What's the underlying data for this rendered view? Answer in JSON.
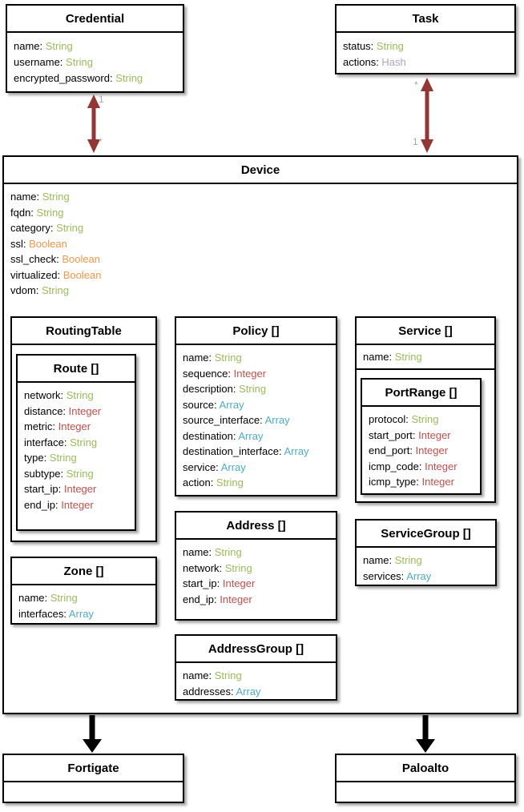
{
  "colors": {
    "type_string": "#9BBB59",
    "type_integer": "#C0504D",
    "type_array": "#4BACC6",
    "type_boolean": "#F79646",
    "type_hash": "#B2A2C7",
    "association_arrow": "#943634",
    "inheritance_arrow": "#000000",
    "multiplicity_label": "#A6A6A6",
    "box_border": "#000000",
    "box_background": "#FFFFFF"
  },
  "classes": {
    "credential": {
      "title": "Credential",
      "attributes": [
        {
          "name": "name",
          "type": "String"
        },
        {
          "name": "username",
          "type": "String"
        },
        {
          "name": "encrypted_password",
          "type": "String"
        }
      ]
    },
    "task": {
      "title": "Task",
      "attributes": [
        {
          "name": "status",
          "type": "String"
        },
        {
          "name": "actions",
          "type": "Hash"
        }
      ]
    },
    "device": {
      "title": "Device",
      "attributes": [
        {
          "name": "name",
          "type": "String"
        },
        {
          "name": "fqdn",
          "type": "String"
        },
        {
          "name": "category",
          "type": "String"
        },
        {
          "name": "ssl",
          "type": "Boolean"
        },
        {
          "name": "ssl_check",
          "type": "Boolean"
        },
        {
          "name": "virtualized",
          "type": "Boolean"
        },
        {
          "name": "vdom",
          "type": "String"
        }
      ]
    },
    "routing_table": {
      "title": "RoutingTable",
      "attributes": []
    },
    "route": {
      "title": "Route []",
      "attributes": [
        {
          "name": "network",
          "type": "String"
        },
        {
          "name": "distance",
          "type": "Integer"
        },
        {
          "name": "metric",
          "type": "Integer"
        },
        {
          "name": "interface",
          "type": "String"
        },
        {
          "name": "type",
          "type": "String"
        },
        {
          "name": "subtype",
          "type": "String"
        },
        {
          "name": "start_ip",
          "type": "Integer"
        },
        {
          "name": "end_ip",
          "type": "Integer"
        }
      ]
    },
    "zone": {
      "title": "Zone []",
      "attributes": [
        {
          "name": "name",
          "type": "String"
        },
        {
          "name": "interfaces",
          "type": "Array"
        }
      ]
    },
    "policy": {
      "title": "Policy []",
      "attributes": [
        {
          "name": "name",
          "type": "String"
        },
        {
          "name": "sequence",
          "type": "Integer"
        },
        {
          "name": "description",
          "type": "String"
        },
        {
          "name": "source",
          "type": "Array"
        },
        {
          "name": "source_interface",
          "type": "Array"
        },
        {
          "name": "destination",
          "type": "Array"
        },
        {
          "name": "destination_interface",
          "type": "Array"
        },
        {
          "name": "service",
          "type": "Array"
        },
        {
          "name": "action",
          "type": "String"
        }
      ]
    },
    "address": {
      "title": "Address []",
      "attributes": [
        {
          "name": "name",
          "type": "String"
        },
        {
          "name": "network",
          "type": "String"
        },
        {
          "name": "start_ip",
          "type": "Integer"
        },
        {
          "name": "end_ip",
          "type": "Integer"
        }
      ]
    },
    "address_group": {
      "title": "AddressGroup []",
      "attributes": [
        {
          "name": "name",
          "type": "String"
        },
        {
          "name": "addresses",
          "type": "Array"
        }
      ]
    },
    "service": {
      "title": "Service []",
      "attributes": [
        {
          "name": "name",
          "type": "String"
        }
      ]
    },
    "port_range": {
      "title": "PortRange []",
      "attributes": [
        {
          "name": "protocol",
          "type": "String"
        },
        {
          "name": "start_port",
          "type": "Integer"
        },
        {
          "name": "end_port",
          "type": "Integer"
        },
        {
          "name": "icmp_code",
          "type": "Integer"
        },
        {
          "name": "icmp_type",
          "type": "Integer"
        }
      ]
    },
    "service_group": {
      "title": "ServiceGroup []",
      "attributes": [
        {
          "name": "name",
          "type": "String"
        },
        {
          "name": "services",
          "type": "Array"
        }
      ]
    },
    "fortigate": {
      "title": "Fortigate",
      "attributes": []
    },
    "paloalto": {
      "title": "Paloalto",
      "attributes": []
    }
  },
  "connectors": {
    "credential_device": {
      "from": "Credential",
      "to": "Device",
      "kind": "association-double-arrow",
      "top_label": "1",
      "bottom_label": "*"
    },
    "task_device": {
      "from": "Task",
      "to": "Device",
      "kind": "association-double-arrow",
      "top_label": "*",
      "bottom_label": "1"
    },
    "device_fortigate": {
      "from": "Device",
      "to": "Fortigate",
      "kind": "inheritance-arrow"
    },
    "device_paloalto": {
      "from": "Device",
      "to": "Paloalto",
      "kind": "inheritance-arrow"
    }
  }
}
